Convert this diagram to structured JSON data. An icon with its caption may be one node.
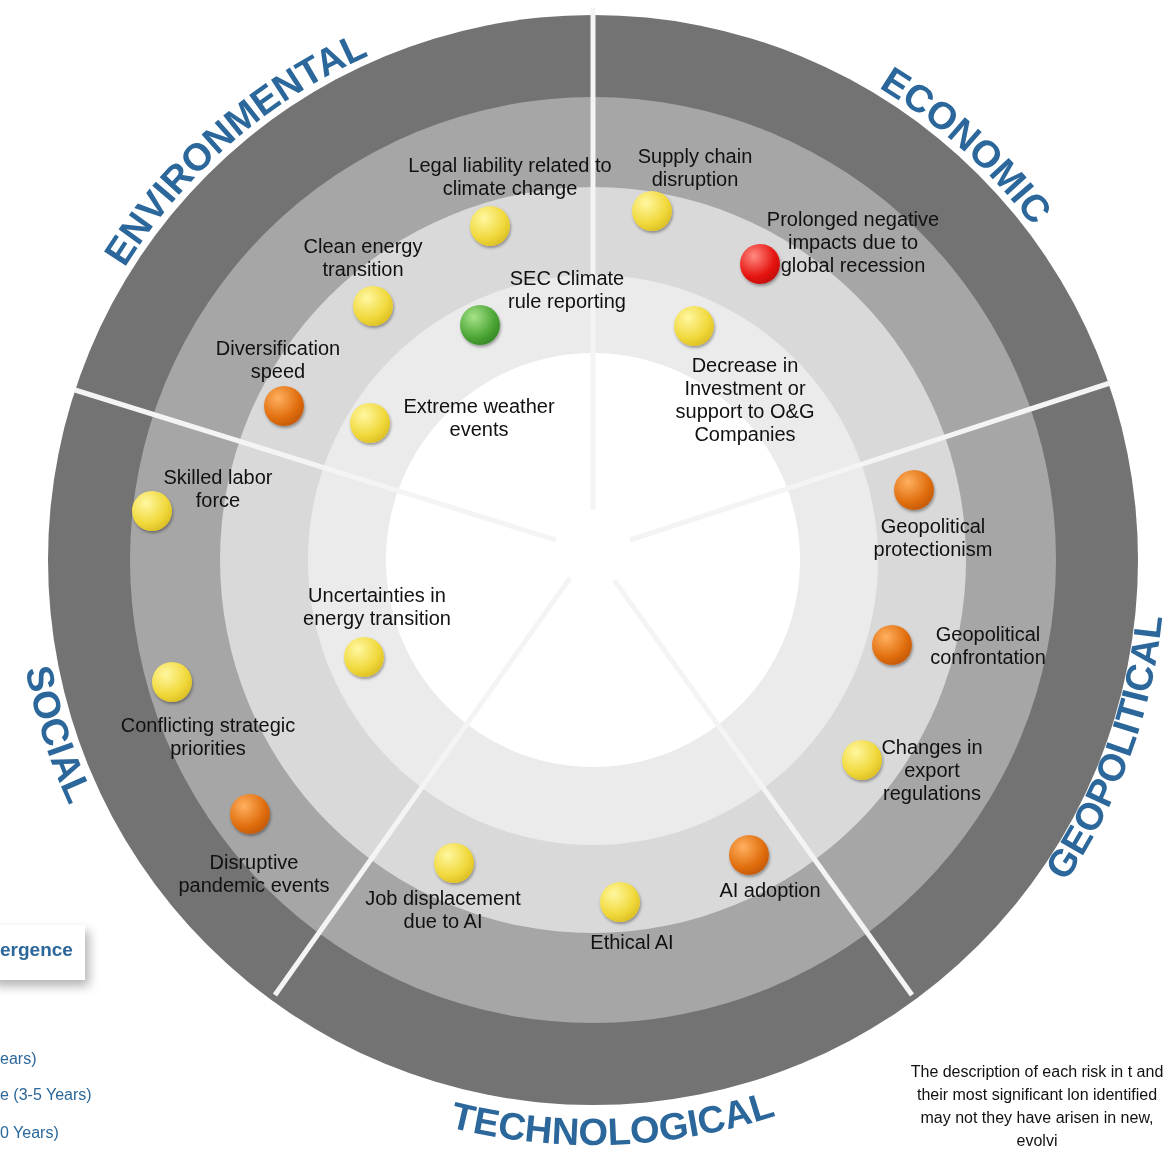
{
  "diagram": {
    "nodes": [
      {
        "text": [
          "Legal liability related to climate change"
        ]
      },
      {
        "text": [
          "Supply chain disruption"
        ]
      },
      {
        "text": [
          "Prolonged negative impacts due to global recession"
        ]
      },
      {
        "text": [
          "Clean energy transition"
        ]
      },
      {
        "text": [
          "SEC Climate rule reporting"
        ]
      },
      {
        "text": [
          "Decrease in Investment or support to O&G Companies"
        ]
      },
      {
        "text": [
          "Diversification speed"
        ]
      },
      {
        "text": [
          "Extreme weather events"
        ]
      },
      {
        "text": [
          "Skilled labor force"
        ]
      },
      {
        "text": [
          "Geopolitical protectionism"
        ]
      },
      {
        "text": [
          "Uncertainties in energy transition"
        ]
      },
      {
        "text": [
          "Geopolitical confrontation"
        ]
      },
      {
        "text": [
          "Conflicting strategic priorities"
        ]
      },
      {
        "text": [
          "Changes in export regulations"
        ]
      },
      {
        "text": [
          "Disruptive pandemic events"
        ]
      },
      {
        "text": [
          "Job displacement due to AI"
        ]
      },
      {
        "text": [
          "AI adoption"
        ]
      },
      {
        "text": [
          "Ethical AI"
        ]
      }
    ],
    "edges": [],
    "labels": [
      "ENVIRONMENTAL",
      "ECONOMIC",
      "SOCIAL",
      "GEOPOLITICAL",
      "TECHNOLOGICAL",
      "ergence",
      "ears)",
      "e (3-5 Years)",
      "0 Years)",
      "The description of each risk in t and their most significant lon identified may not they have arisen in new, evolvi"
    ]
  }
}
